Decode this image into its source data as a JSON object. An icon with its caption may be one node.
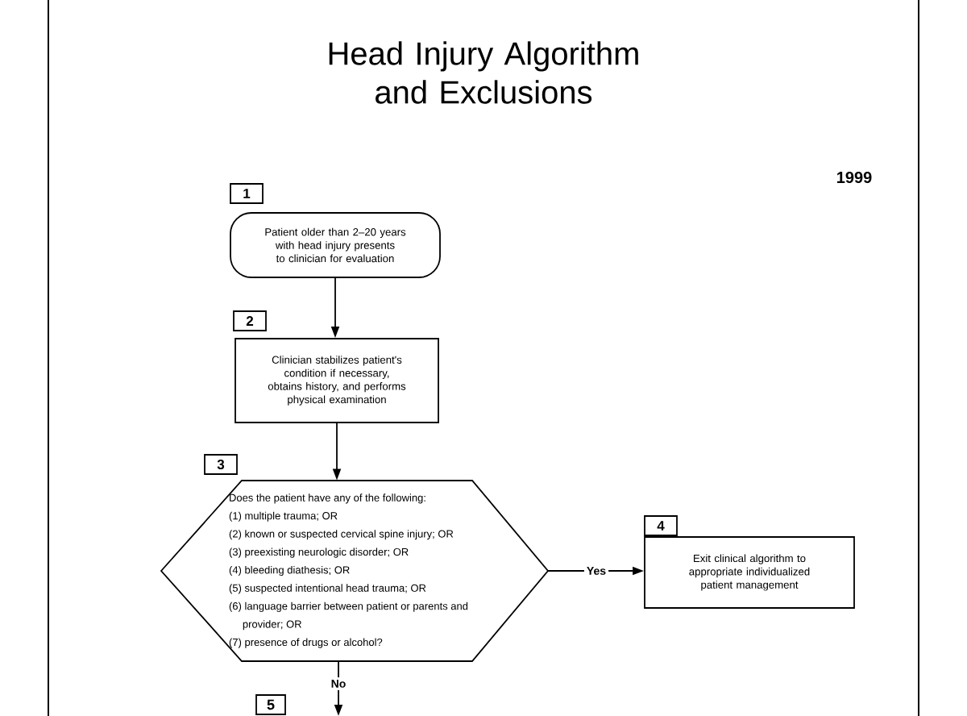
{
  "diagram": {
    "title": "Head Injury Algorithm and Exclusions",
    "nodes": [
      {
        "text": [
          "1",
          "Patient older than 2–20 years with head injury presents to clinician for evaluation"
        ]
      },
      {
        "text": [
          "2",
          "Clinician stabilizes patient's condition if necessary, obtains history, and performs physical examination"
        ]
      },
      {
        "text": [
          "3",
          "Does the patient have any of the following:",
          "(1) multiple trauma; OR",
          "(2) known or suspected cervical spine injury; OR",
          "(3) preexisting neurologic disorder; OR",
          "(4) bleeding diathesis; OR",
          "(5) suspected intentional head trauma; OR",
          "(6) language barrier between patient or parents and provider; OR",
          "(7) presence of drugs or alcohol?"
        ]
      },
      {
        "text": [
          "4",
          "Exit clinical algorithm to appropriate individualized patient management"
        ]
      },
      {
        "text": [
          "5"
        ]
      }
    ],
    "edges": [
      {
        "from": 0,
        "to": 1,
        "arrow": "to"
      },
      {
        "from": 1,
        "to": 2,
        "arrow": "to"
      },
      {
        "from": 2,
        "to": 3,
        "arrow": "to",
        "label": "Yes"
      },
      {
        "from": 2,
        "to": null,
        "arrow": "to",
        "label": "No"
      }
    ],
    "labels": [
      "1999"
    ]
  }
}
